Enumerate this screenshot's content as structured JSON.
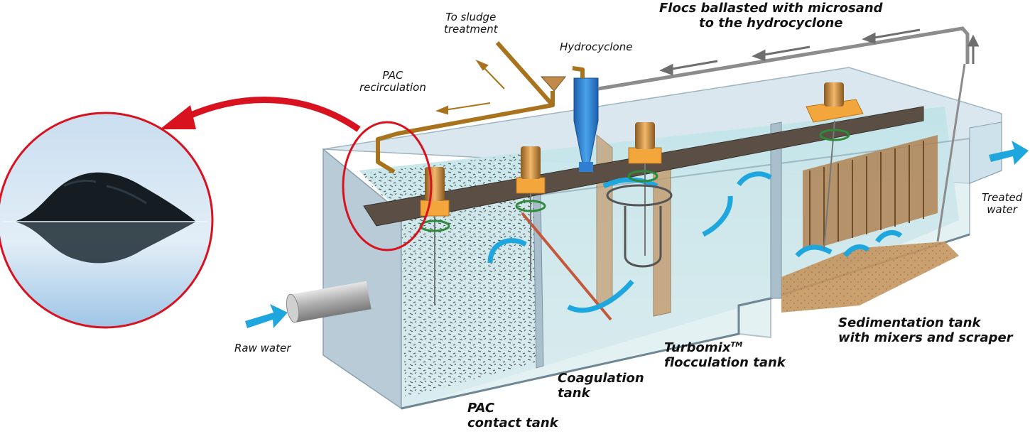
{
  "labels": {
    "to_sludge": [
      "To sludge",
      "treatment"
    ],
    "flocs": [
      "Flocs ballasted with microsand",
      "to the hydrocyclone"
    ],
    "hydrocyclone": "Hydrocyclone",
    "pac_recirculation": [
      "PAC",
      "recirculation"
    ],
    "treated_water": [
      "Treated",
      "water"
    ],
    "raw_water": "Raw water",
    "sedimentation": [
      "Sedimentation tank",
      "with mixers and scraper"
    ],
    "turbomix_main": "Turbomix",
    "turbomix_tm": "TM",
    "flocculation": "flocculation tank",
    "coagulation": [
      "Coagulation",
      "tank"
    ],
    "pac_contact": [
      "PAC",
      "contact tank"
    ]
  },
  "colors": {
    "pipe_brown": "#a8731c",
    "recycle_red": "#d8121f",
    "water_blue": "#1ea7df",
    "tank_wall": "#b9ccd8",
    "hydrocyclone_blue": "#2f7fd0",
    "motor_orange": "#f2a63b",
    "grey_pipe": "#8c8c8c",
    "walkway": "#5a4e45"
  },
  "icons": [
    "flow-arrow-icon",
    "mixer-motor-icon",
    "rotation-arrow-icon",
    "activated-carbon-photo-icon"
  ]
}
